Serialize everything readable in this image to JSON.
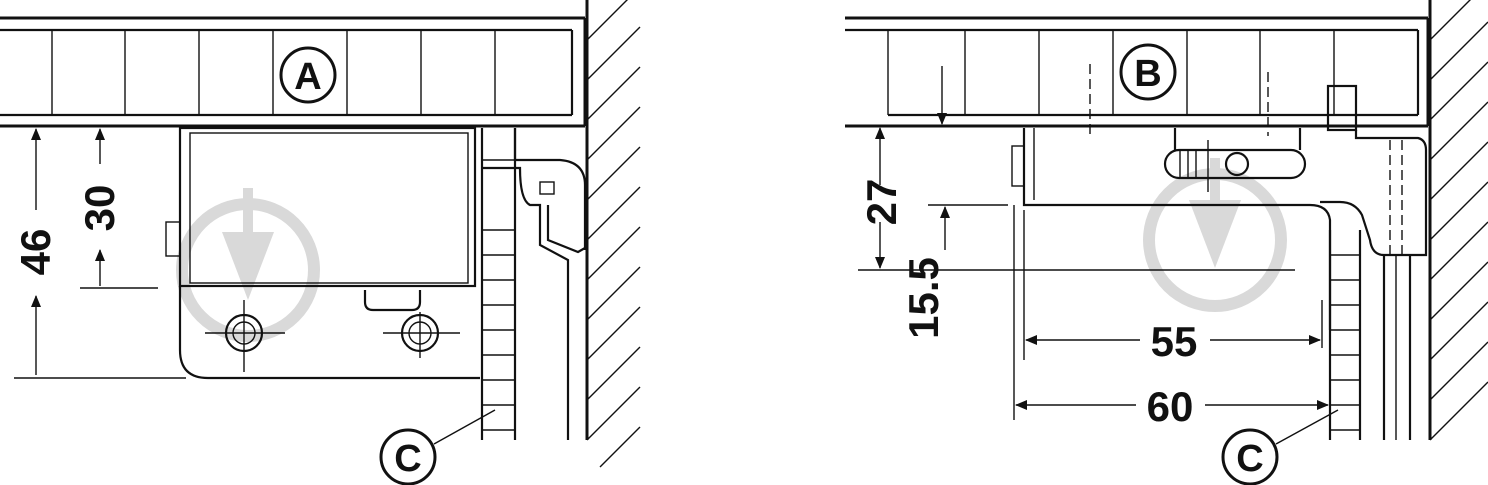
{
  "left_view": {
    "callout_main": "A",
    "callout_rail": "C",
    "dimensions": {
      "overall_height": "46",
      "upper_height": "30"
    }
  },
  "right_view": {
    "callout_main": "B",
    "callout_rail": "C",
    "dimensions": {
      "top_offset": "27",
      "lower_offset": "15.5",
      "inner_width": "55",
      "outer_width": "60"
    }
  },
  "colors": {
    "line": "#111111",
    "watermark": "#d9d9d9",
    "background": "#ffffff"
  }
}
